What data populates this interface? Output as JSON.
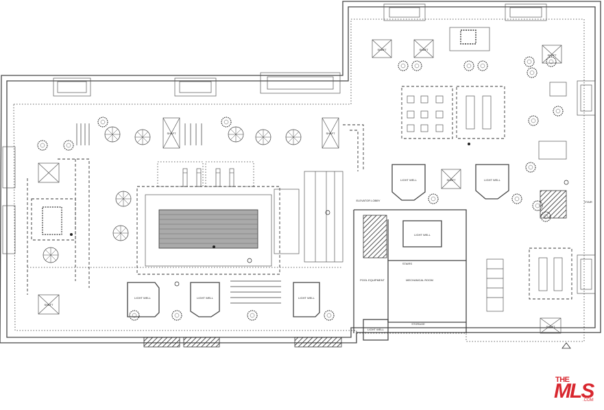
{
  "labels": {
    "shaft": "SHAFT",
    "light_well": "LIGHT WELL",
    "elevator_lobby": "ELEVATOR LOBBY",
    "pool_equipment": "POOL EQUIPMENT",
    "stairs": "STAIRS",
    "mechanical_room": "MECHANICAL ROOM",
    "storage": "STORAGE",
    "stair": "STAIR"
  },
  "logo": {
    "the": "THE",
    "mls": "MLS",
    "com": ".COM",
    "color": "#d8262e"
  },
  "colors": {
    "linework": "#333333",
    "background": "#ffffff"
  }
}
